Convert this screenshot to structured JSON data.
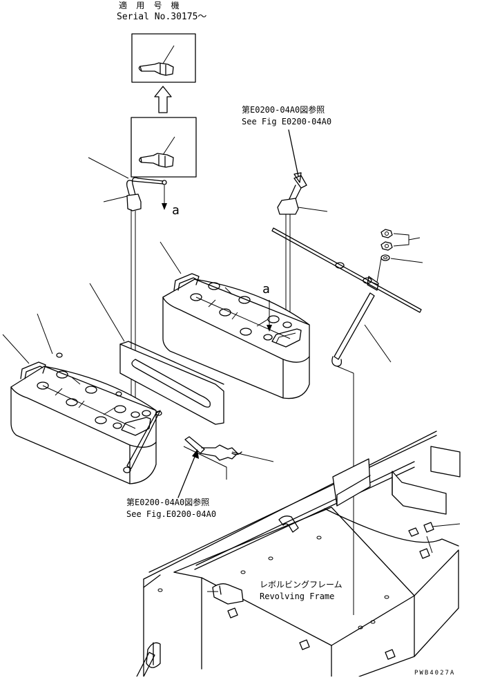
{
  "applicability": {
    "title_jp": "適 用 号 機",
    "serial": "Serial No.30175～"
  },
  "references": {
    "top_jp": "第E0200-04A0図参照",
    "top_en": "See Fig E0200-04A0",
    "bottom_jp": "第E0200-04A0図参照",
    "bottom_en": "See Fig.E0200-04A0"
  },
  "frame_label": {
    "jp": "レボルビングフレーム",
    "en": "Revolving Frame"
  },
  "markers": {
    "a1": "a",
    "a2": "a"
  },
  "drawing_number": "PWB4027A"
}
